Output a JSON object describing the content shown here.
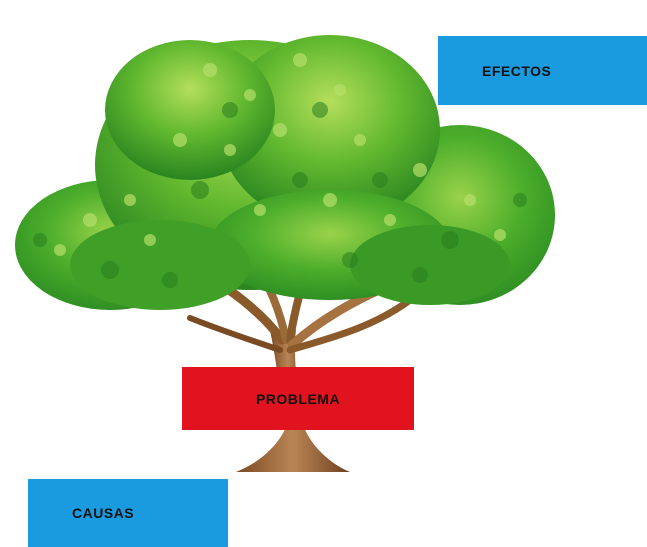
{
  "diagram": {
    "effects_label": "EFECTOS",
    "problem_label": "PROBLEMA",
    "causes_label": "CAUSAS"
  },
  "colors": {
    "background": "#ffffff",
    "effects_box": "#1a9be0",
    "problem_box": "#e0131e",
    "causes_box": "#1a9be0",
    "foliage_dark": "#2f8f23",
    "foliage_mid": "#4cae2b",
    "foliage_light": "#8dcc3b",
    "trunk": "#8b5a2b",
    "trunk_light": "#b98555"
  },
  "icons": {
    "tree": "tree-illustration"
  }
}
